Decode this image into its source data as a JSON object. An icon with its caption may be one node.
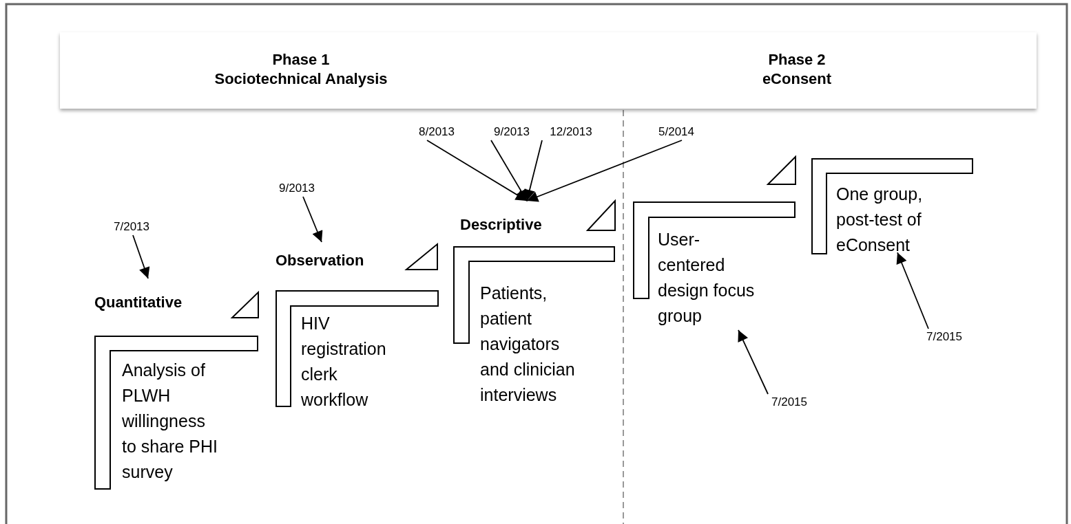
{
  "diagram": {
    "nodes": [
      {
        "text": [
          "Phase 1",
          "Sociotechnical Analysis",
          "Phase 2",
          "eConsent"
        ]
      },
      {
        "text": [
          "Quantitative",
          "Analysis of PLWH willingness to share PHI survey"
        ]
      },
      {
        "text": [
          "Observation",
          "HIV registration clerk workflow"
        ]
      },
      {
        "text": [
          "Descriptive",
          "Patients, patient navigators and clinician interviews"
        ]
      },
      {
        "text": [
          "User-centered design focus group"
        ]
      },
      {
        "text": [
          "One group, post-test of eConsent"
        ]
      },
      {
        "text": [
          "7/2013"
        ]
      },
      {
        "text": [
          "9/2013"
        ]
      },
      {
        "text": [
          "8/2013"
        ]
      },
      {
        "text": [
          "9/2013"
        ]
      },
      {
        "text": [
          "12/2013"
        ]
      },
      {
        "text": [
          "5/2014"
        ]
      },
      {
        "text": [
          "7/2015"
        ]
      },
      {
        "text": [
          "7/2015"
        ]
      }
    ],
    "edges": [
      {
        "from": 6,
        "to": 1,
        "arrow": "to"
      },
      {
        "from": 7,
        "to": 2,
        "arrow": "to"
      },
      {
        "from": 8,
        "to": 3,
        "arrow": "to"
      },
      {
        "from": 9,
        "to": 3,
        "arrow": "to"
      },
      {
        "from": 10,
        "to": 3,
        "arrow": "to"
      },
      {
        "from": 11,
        "to": 3,
        "arrow": "to"
      },
      {
        "from": 12,
        "to": 4,
        "arrow": "to"
      },
      {
        "from": 13,
        "to": 5,
        "arrow": "to"
      }
    ]
  }
}
